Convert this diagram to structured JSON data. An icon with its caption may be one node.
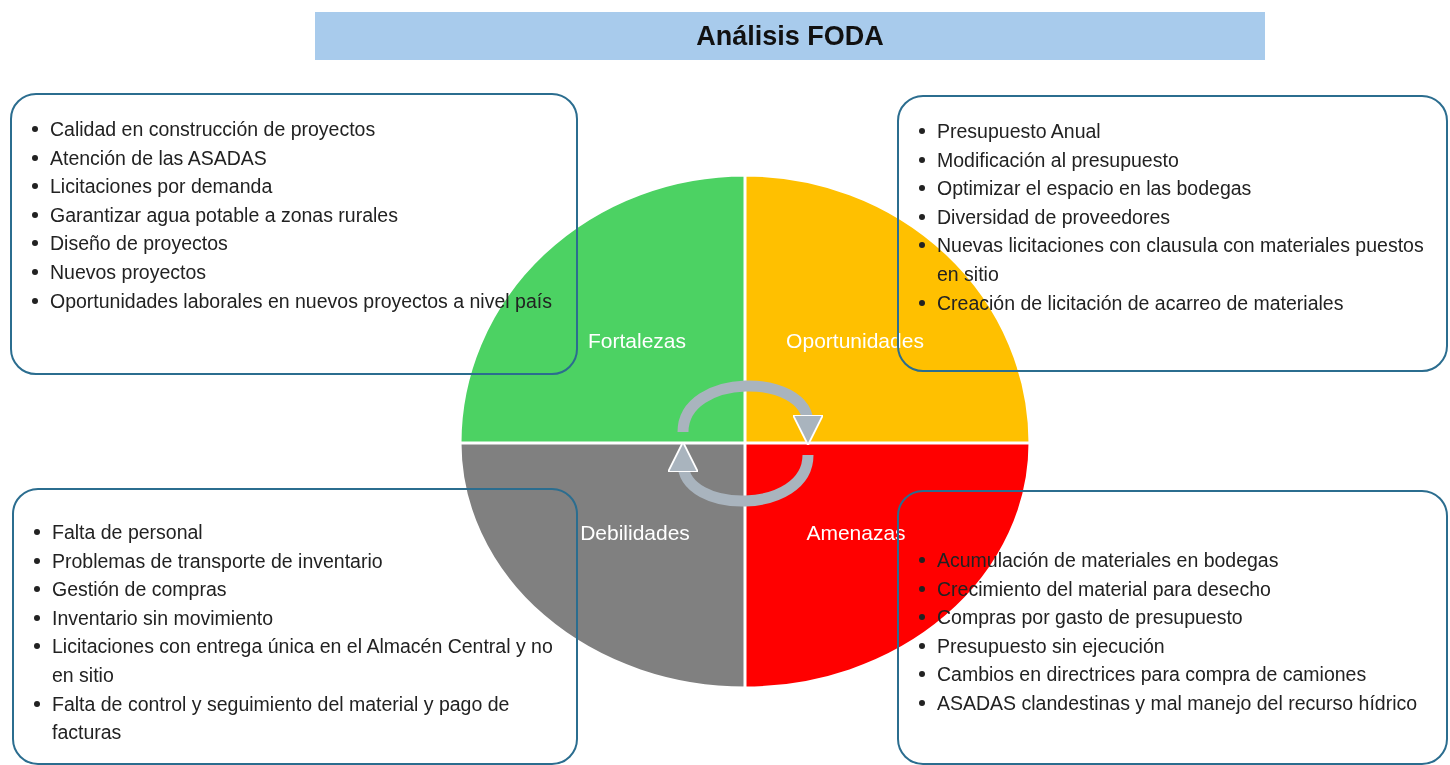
{
  "diagram": {
    "title": "Análisis FODA",
    "nodes": [
      {
        "text": [
          "Calidad en construcción de proyectos",
          "Atención de las ASADAS",
          "Licitaciones por demanda",
          "Garantizar agua potable a zonas rurales",
          "Diseño de proyectos",
          "Nuevos proyectos",
          "Oportunidades laborales en nuevos proyectos a nivel país"
        ]
      },
      {
        "text": [
          "Presupuesto Anual",
          "Modificación al presupuesto",
          "Optimizar el espacio en las bodegas",
          "Diversidad de proveedores",
          "Nuevas licitaciones con clausula con materiales puestos en sitio",
          "Creación de licitación de acarreo de materiales"
        ]
      },
      {
        "text": [
          "Fortalezas"
        ]
      },
      {
        "text": [
          "Oportunidades"
        ]
      },
      {
        "text": [
          "Debilidades"
        ]
      },
      {
        "text": [
          "Amenazas"
        ]
      },
      {
        "text": [
          "Falta de personal",
          "Problemas de transporte de inventario",
          "Gestión de compras",
          "Inventario sin movimiento",
          "Licitaciones con entrega única en el Almacén Central y no en sitio",
          "Falta de control y seguimiento del material y pago de facturas"
        ]
      },
      {
        "text": [
          "Acumulación de materiales en bodegas",
          "Crecimiento del material para desecho",
          "Compras por gasto de presupuesto",
          "Presupuesto sin ejecución",
          "Cambios en directrices para compra de camiones",
          "ASADAS clandestinas y mal manejo del recurso hídrico"
        ]
      }
    ],
    "edges": [
      {
        "from": 2,
        "to": 3,
        "arrow": "to"
      },
      {
        "from": 5,
        "to": 4,
        "arrow": "to"
      }
    ]
  }
}
